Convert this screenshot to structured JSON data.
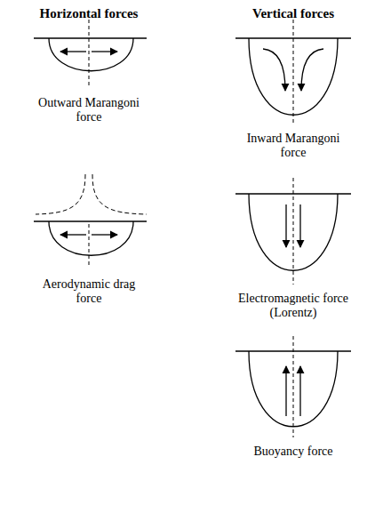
{
  "diagram": {
    "labels": [
      "Horizontal forces",
      "Vertical forces",
      "Outward Marangoni force",
      "Aerodynamic drag force",
      "Inward Marangoni force",
      "Electromagnetic force (Lorentz)",
      "Buoyancy force"
    ]
  }
}
